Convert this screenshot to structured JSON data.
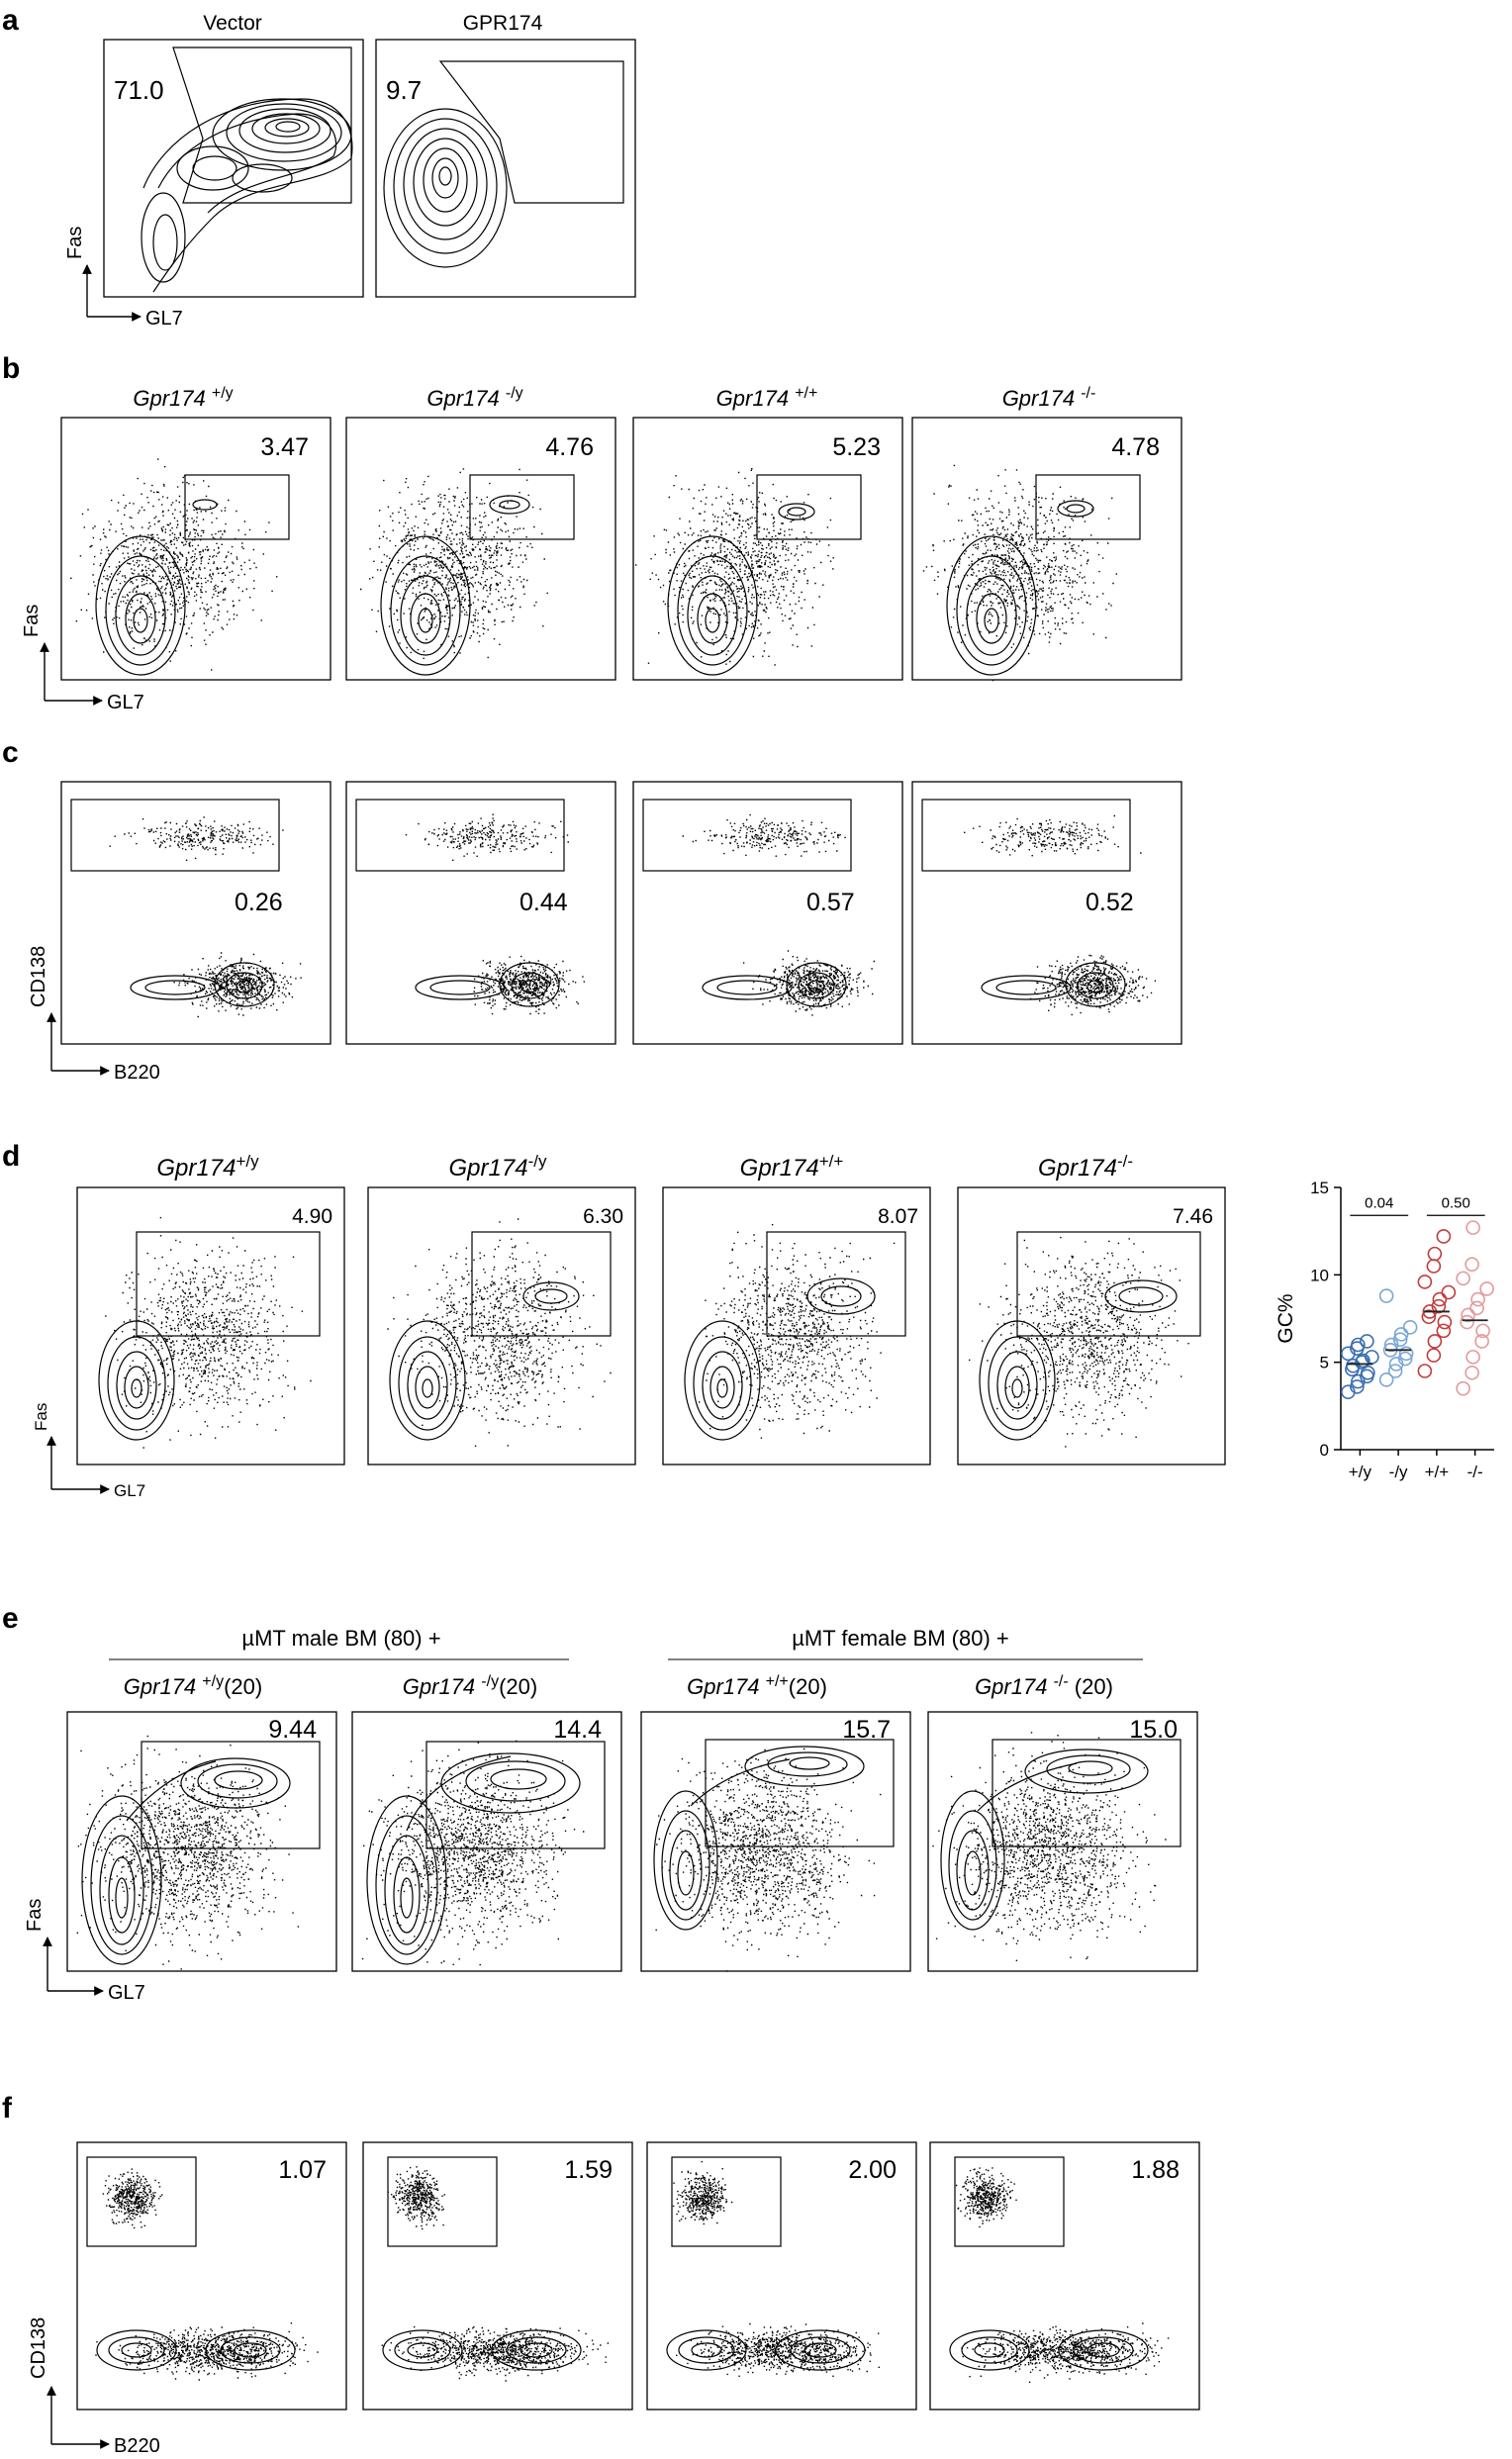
{
  "panels": {
    "a": {
      "label": "a",
      "y_axis": "Fas",
      "x_axis": "GL7",
      "columns": [
        {
          "title": "Vector",
          "value": "71.0"
        },
        {
          "title": "GPR174",
          "value": "9.7"
        }
      ]
    },
    "b": {
      "label": "b",
      "y_axis": "Fas",
      "x_axis": "GL7",
      "columns": [
        {
          "gene": "Gpr174",
          "sup": "+/y",
          "value": "3.47"
        },
        {
          "gene": "Gpr174",
          "sup": "-/y",
          "value": "4.76"
        },
        {
          "gene": "Gpr174",
          "sup": "+/+",
          "value": "5.23"
        },
        {
          "gene": "Gpr174",
          "sup": "-/-",
          "value": "4.78"
        }
      ]
    },
    "c": {
      "label": "c",
      "y_axis": "CD138",
      "x_axis": "B220",
      "values": [
        "0.26",
        "0.44",
        "0.57",
        "0.52"
      ]
    },
    "d": {
      "label": "d",
      "y_axis": "Fas",
      "x_axis": "GL7",
      "columns": [
        {
          "gene": "Gpr174",
          "sup": "+/y",
          "value": "4.90"
        },
        {
          "gene": "Gpr174",
          "sup": "-/y",
          "value": "6.30"
        },
        {
          "gene": "Gpr174",
          "sup": "+/+",
          "value": "8.07"
        },
        {
          "gene": "Gpr174",
          "sup": "-/-",
          "value": "7.46"
        }
      ]
    },
    "e": {
      "label": "e",
      "y_axis": "Fas",
      "x_axis": "GL7",
      "group_left": "µMT male BM (80) +",
      "group_right": "µMT  female BM (80) +",
      "columns": [
        {
          "gene": "Gpr174",
          "sup": "+/y",
          "suffix": "(20)",
          "value": "9.44"
        },
        {
          "gene": "Gpr174",
          "sup": "-/y",
          "suffix": "(20)",
          "value": "14.4"
        },
        {
          "gene": "Gpr174",
          "sup": "+/+",
          "suffix": "(20)",
          "value": "15.7"
        },
        {
          "gene": "Gpr174",
          "sup": "-/-",
          "suffix": " (20)",
          "value": "15.0"
        }
      ]
    },
    "f": {
      "label": "f",
      "y_axis": "CD138",
      "x_axis": "B220",
      "values": [
        "1.07",
        "1.59",
        "2.00",
        "1.88"
      ]
    }
  },
  "chart_data": {
    "type": "scatter",
    "ylabel": "GC%",
    "ylim": [
      0,
      15
    ],
    "yticks": [
      "0",
      "5",
      "10",
      "15"
    ],
    "categories": [
      "+/y",
      "-/y",
      "+/+",
      "-/-"
    ],
    "colors": [
      "#3a6fb0",
      "#7aa6d4",
      "#c23b3b",
      "#e39a9a"
    ],
    "series": [
      {
        "category": "+/y",
        "values": [
          3.3,
          3.6,
          3.9,
          4.2,
          4.4,
          4.6,
          4.8,
          5.0,
          5.1,
          5.3,
          5.5,
          5.8,
          6.0,
          6.2
        ],
        "mean": 4.9
      },
      {
        "category": "-/y",
        "values": [
          4.0,
          4.5,
          4.9,
          5.2,
          5.5,
          5.7,
          6.0,
          6.3,
          6.6,
          7.0,
          8.8
        ],
        "mean": 5.7
      },
      {
        "category": "+/+",
        "values": [
          4.5,
          5.4,
          6.2,
          6.8,
          7.3,
          7.6,
          7.9,
          8.2,
          8.6,
          9.0,
          9.6,
          10.5,
          11.2,
          12.2
        ],
        "mean": 7.9
      },
      {
        "category": "-/-",
        "values": [
          3.5,
          4.4,
          5.3,
          6.2,
          6.8,
          7.3,
          7.7,
          8.1,
          8.6,
          9.2,
          9.8,
          10.6,
          12.7
        ],
        "mean": 7.4
      }
    ],
    "comparisons": [
      {
        "between": [
          "+/y",
          "-/y"
        ],
        "p": "0.04"
      },
      {
        "between": [
          "+/+",
          "-/-"
        ],
        "p": "0.50"
      }
    ]
  }
}
